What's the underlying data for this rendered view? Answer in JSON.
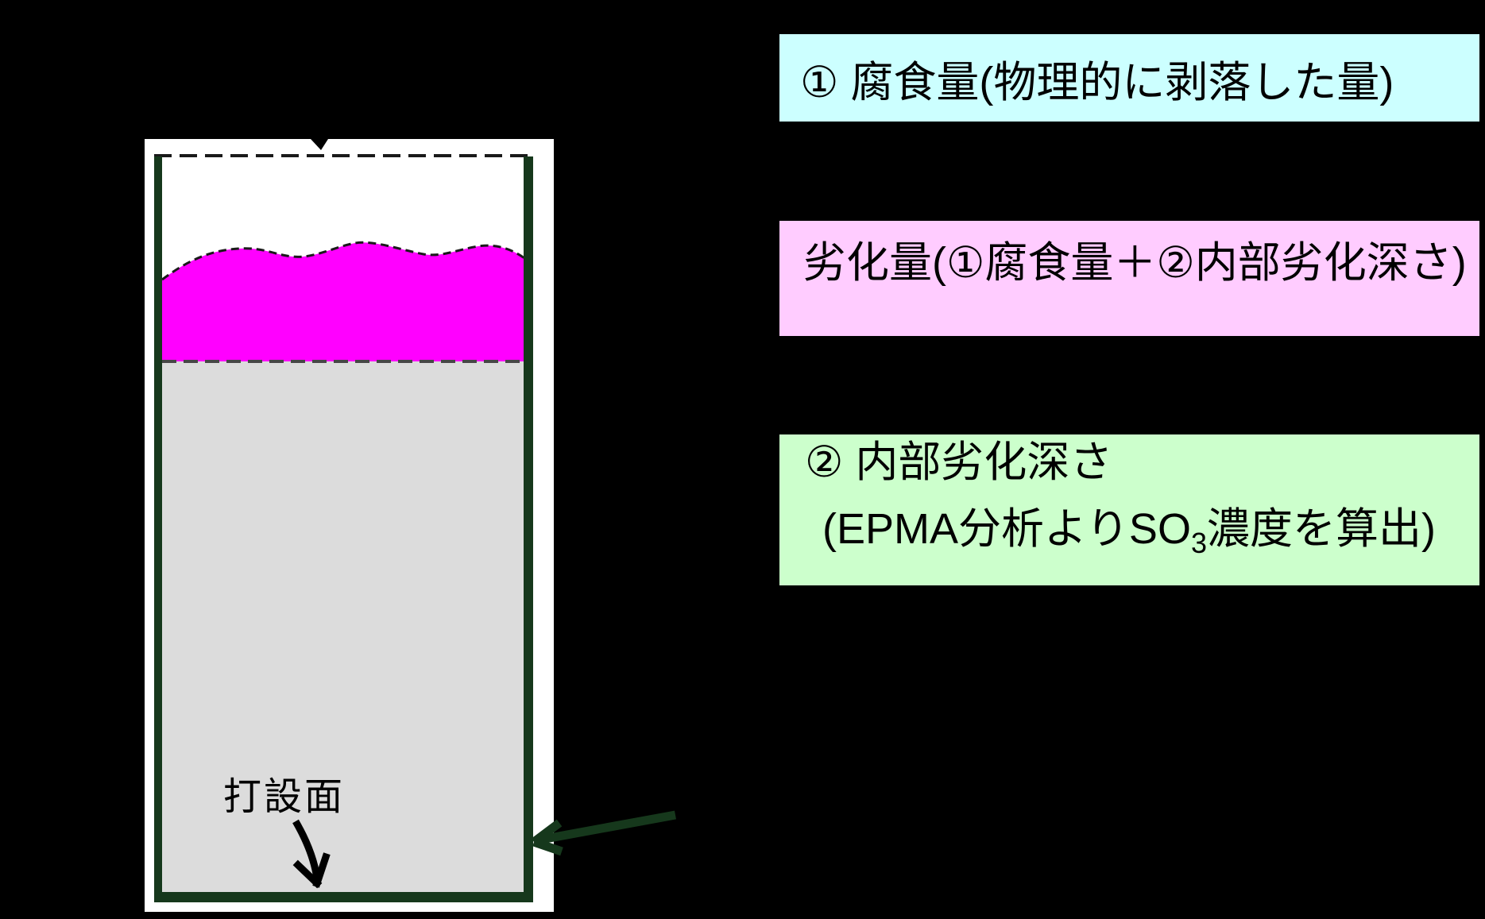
{
  "colors": {
    "background": "#000000",
    "panel": "#ffffff",
    "specimen_border": "#16381c",
    "corroded_layer": "#ff00ff",
    "sound_concrete": "#dcdcdc",
    "label_corrosion_bg": "#ccffff",
    "label_deterioration_bg": "#ffccff",
    "label_internal_bg": "#ccffcc",
    "text": "#000000"
  },
  "labels": {
    "corrosion": "① 腐食量(物理的に剥落した量)",
    "deterioration": "劣化量(①腐食量＋②内部劣化深さ)",
    "internal_line1": "② 内部劣化深さ",
    "internal_line2_prefix": "(EPMA分析よりSO",
    "internal_line2_sub": "3",
    "internal_line2_suffix": "濃度を算出)",
    "casting_surface": "打設面"
  }
}
